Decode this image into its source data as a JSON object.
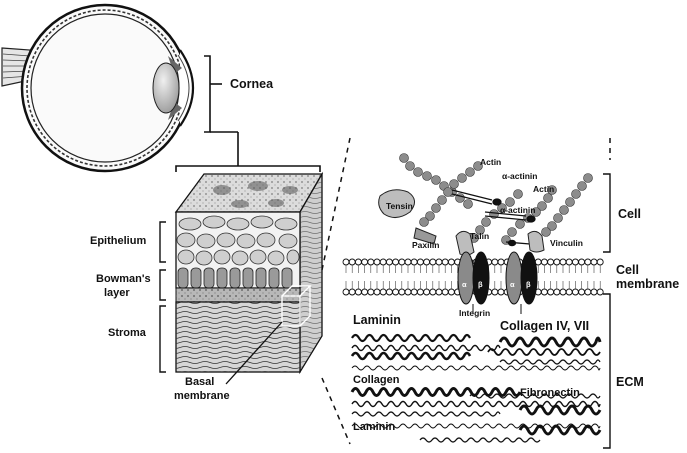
{
  "figure": {
    "eye_labels": {
      "cornea": "Cornea"
    },
    "tissue_labels": {
      "epithelium": "Epithelium",
      "bowmans_line1": "Bowman's",
      "bowmans_line2": "layer",
      "stroma": "Stroma",
      "basal_line1": "Basal",
      "basal_line2": "membrane"
    },
    "molecular_labels": {
      "actin_1": "Actin",
      "actin_2": "Actin",
      "alpha_actinin_1": "α-actinin",
      "alpha_actinin_2": "α-actinin",
      "tensin": "Tensin",
      "paxilin": "Paxilin",
      "talin": "Talin",
      "vinculin": "Vinculin",
      "integrin": "Integrin",
      "alpha": "α",
      "beta": "β",
      "laminin_1": "Laminin",
      "laminin_2": "Laminin",
      "collagen_iv_vii": "Collagen IV, VII",
      "collagen": "Collagen",
      "fibronectin": "Fibronectin"
    },
    "region_labels": {
      "cell": "Cell",
      "cell_membrane_line1": "Cell",
      "cell_membrane_line2": "membrane",
      "ecm": "ECM"
    }
  }
}
